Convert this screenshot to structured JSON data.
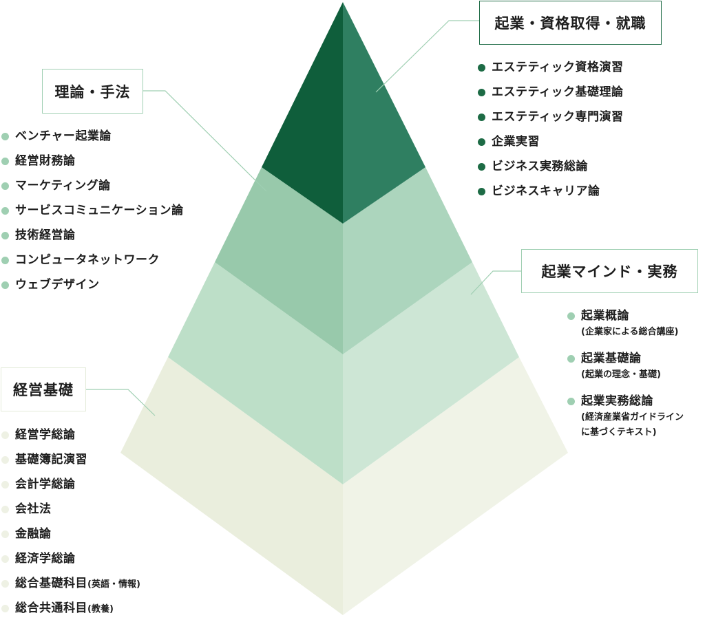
{
  "colors": {
    "top_left": "#0f5e3b",
    "top_right": "#2f7f61",
    "upper_mid_left": "#98c9ab",
    "upper_mid_right": "#acd5bd",
    "lower_mid_left": "#bddfc8",
    "lower_mid_right": "#cde6d5",
    "bottom_left": "#eaeedd",
    "bottom_right": "#f0f3e7",
    "dot_dark": "#1d6b45",
    "dot_mid": "#9fcfb2",
    "dot_light": "#eef1e4",
    "leader": "#9fcfb2"
  },
  "career": {
    "title": "起業・資格取得・就職",
    "items": [
      "エステティック資格演習",
      "エステティック基礎理論",
      "エステティック専門演習",
      "企業実習",
      "ビジネス実務総論",
      "ビジネスキャリア論"
    ]
  },
  "theory": {
    "title": "理論・手法",
    "items": [
      "ベンチャー起業論",
      "経営財務論",
      "マーケティング論",
      "サービスコミュニケーション論",
      "技術経営論",
      "コンピュータネットワーク",
      "ウェブデザイン"
    ]
  },
  "mind": {
    "title": "起業マインド・実務",
    "items": [
      {
        "main": "起業概論",
        "sub": [
          "(企業家による総合講座)"
        ]
      },
      {
        "main": "起業基礎論",
        "sub": [
          "(起業の理念・基礎)"
        ]
      },
      {
        "main": "起業実務総論",
        "sub": [
          "(経済産業省ガイドライン",
          "に基づくテキスト)"
        ]
      }
    ]
  },
  "base": {
    "title": "経営基礎",
    "items": [
      {
        "main": "経営学総論",
        "small": ""
      },
      {
        "main": "基礎簿記演習",
        "small": ""
      },
      {
        "main": "会計学総論",
        "small": ""
      },
      {
        "main": "会社法",
        "small": ""
      },
      {
        "main": "金融論",
        "small": ""
      },
      {
        "main": "経済学総論",
        "small": ""
      },
      {
        "main": "総合基礎科目",
        "small": "(英語・情報)"
      },
      {
        "main": "総合共通科目",
        "small": "(教養)"
      }
    ]
  }
}
